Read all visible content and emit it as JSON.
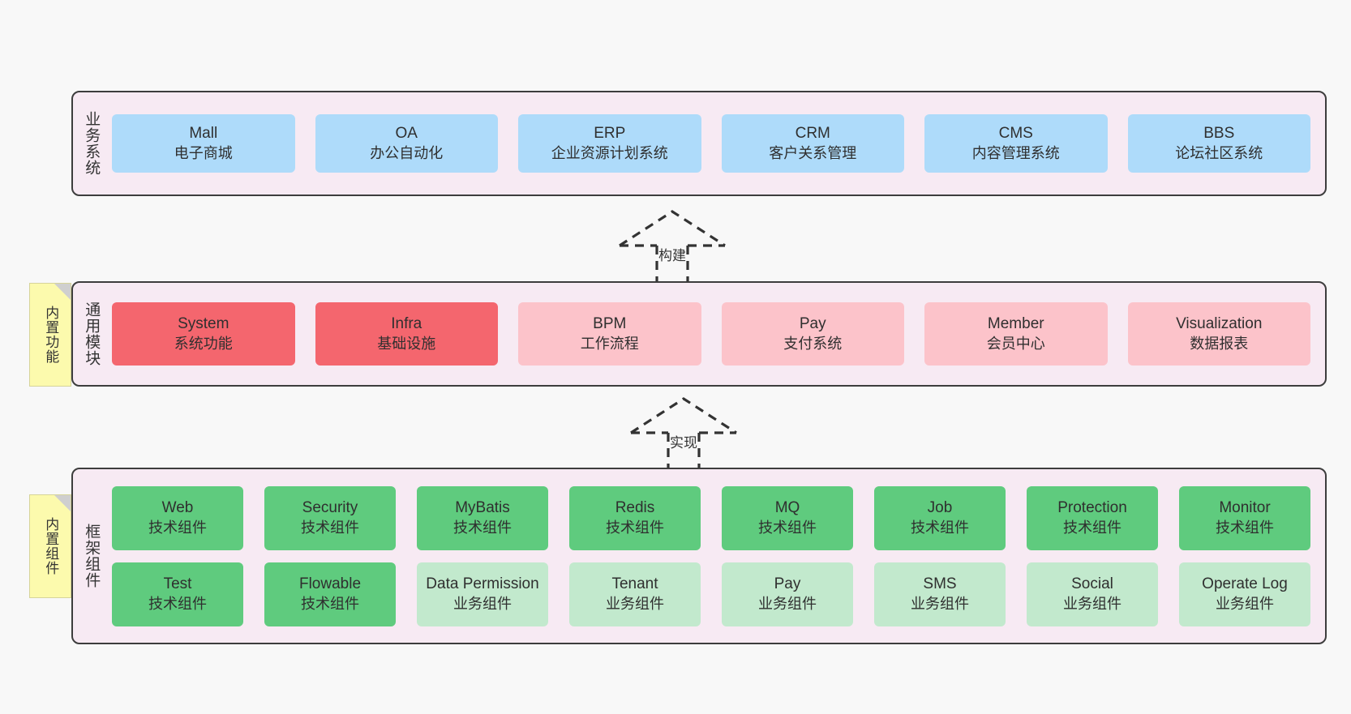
{
  "diagram": {
    "title": "",
    "colors": {
      "layer_background": "#f7eaf3",
      "layer_border": "#3d3d3d",
      "business": "#aedbfa",
      "module_primary": "#f4666e",
      "module_secondary": "#fcc3ca",
      "tech_component": "#5fcb7e",
      "biz_component": "#c2e9cd",
      "note": "#fcfaad",
      "page_background": "#f8f8f8"
    }
  },
  "layers": [
    {
      "id": "business",
      "label": "业务系统",
      "rows": [
        {
          "cells": [
            {
              "title": "Mall",
              "subtitle": "电子商城",
              "style": "c-blue"
            },
            {
              "title": "OA",
              "subtitle": "办公自动化",
              "style": "c-blue"
            },
            {
              "title": "ERP",
              "subtitle": "企业资源计划系统",
              "style": "c-blue"
            },
            {
              "title": "CRM",
              "subtitle": "客户关系管理",
              "style": "c-blue"
            },
            {
              "title": "CMS",
              "subtitle": "内容管理系统",
              "style": "c-blue"
            },
            {
              "title": "BBS",
              "subtitle": "论坛社区系统",
              "style": "c-blue"
            }
          ]
        }
      ]
    },
    {
      "id": "common",
      "label": "通用模块",
      "rows": [
        {
          "cells": [
            {
              "title": "System",
              "subtitle": "系统功能",
              "style": "c-red"
            },
            {
              "title": "Infra",
              "subtitle": "基础设施",
              "style": "c-red"
            },
            {
              "title": "BPM",
              "subtitle": "工作流程",
              "style": "c-pink"
            },
            {
              "title": "Pay",
              "subtitle": "支付系统",
              "style": "c-pink"
            },
            {
              "title": "Member",
              "subtitle": "会员中心",
              "style": "c-pink"
            },
            {
              "title": "Visualization",
              "subtitle": "数据报表",
              "style": "c-pink"
            }
          ]
        }
      ]
    },
    {
      "id": "framework",
      "label": "框架组件",
      "rows": [
        {
          "cells": [
            {
              "title": "Web",
              "subtitle": "技术组件",
              "style": "c-green"
            },
            {
              "title": "Security",
              "subtitle": "技术组件",
              "style": "c-green"
            },
            {
              "title": "MyBatis",
              "subtitle": "技术组件",
              "style": "c-green"
            },
            {
              "title": "Redis",
              "subtitle": "技术组件",
              "style": "c-green"
            },
            {
              "title": "MQ",
              "subtitle": "技术组件",
              "style": "c-green"
            },
            {
              "title": "Job",
              "subtitle": "技术组件",
              "style": "c-green"
            },
            {
              "title": "Protection",
              "subtitle": "技术组件",
              "style": "c-green"
            },
            {
              "title": "Monitor",
              "subtitle": "技术组件",
              "style": "c-green"
            }
          ]
        },
        {
          "cells": [
            {
              "title": "Test",
              "subtitle": "技术组件",
              "style": "c-green"
            },
            {
              "title": "Flowable",
              "subtitle": "技术组件",
              "style": "c-green"
            },
            {
              "title": "Data Permission",
              "subtitle": "业务组件",
              "style": "c-green-light"
            },
            {
              "title": "Tenant",
              "subtitle": "业务组件",
              "style": "c-green-light"
            },
            {
              "title": "Pay",
              "subtitle": "业务组件",
              "style": "c-green-light"
            },
            {
              "title": "SMS",
              "subtitle": "业务组件",
              "style": "c-green-light"
            },
            {
              "title": "Social",
              "subtitle": "业务组件",
              "style": "c-green-light"
            },
            {
              "title": "Operate Log",
              "subtitle": "业务组件",
              "style": "c-green-light"
            }
          ]
        }
      ]
    }
  ],
  "notes": [
    {
      "id": "builtin-feature",
      "label": "内置功能"
    },
    {
      "id": "builtin-component",
      "label": "内置组件"
    }
  ],
  "relations": [
    {
      "id": "build",
      "label": "构建",
      "from": "通用模块",
      "to": "业务系统"
    },
    {
      "id": "implement",
      "label": "实现",
      "from": "框架组件",
      "to": "通用模块"
    }
  ]
}
